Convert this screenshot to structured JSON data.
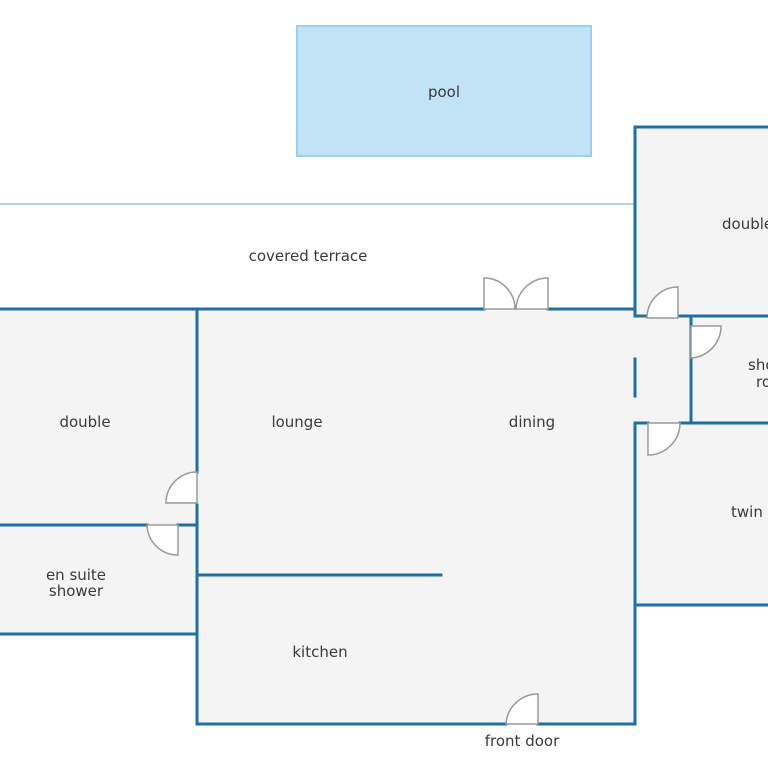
{
  "labels": {
    "pool": "pool",
    "covered_terrace": "covered terrace",
    "double_right": "double",
    "shower_room_line1": "shower",
    "shower_room_line2": "room",
    "double_left": "double",
    "lounge": "lounge",
    "dining": "dining",
    "twin": "twin",
    "en_suite_line1": "en suite",
    "en_suite_line2": "shower",
    "kitchen": "kitchen",
    "front_door": "front door"
  },
  "colors": {
    "wall": "#1f6fa3",
    "pool_fill": "#c2e2f6",
    "pool_border": "#9bd0ee",
    "terrace_line": "#a9d6f0",
    "room_fill": "#f4f4f4",
    "door": "#9a9a9a"
  }
}
